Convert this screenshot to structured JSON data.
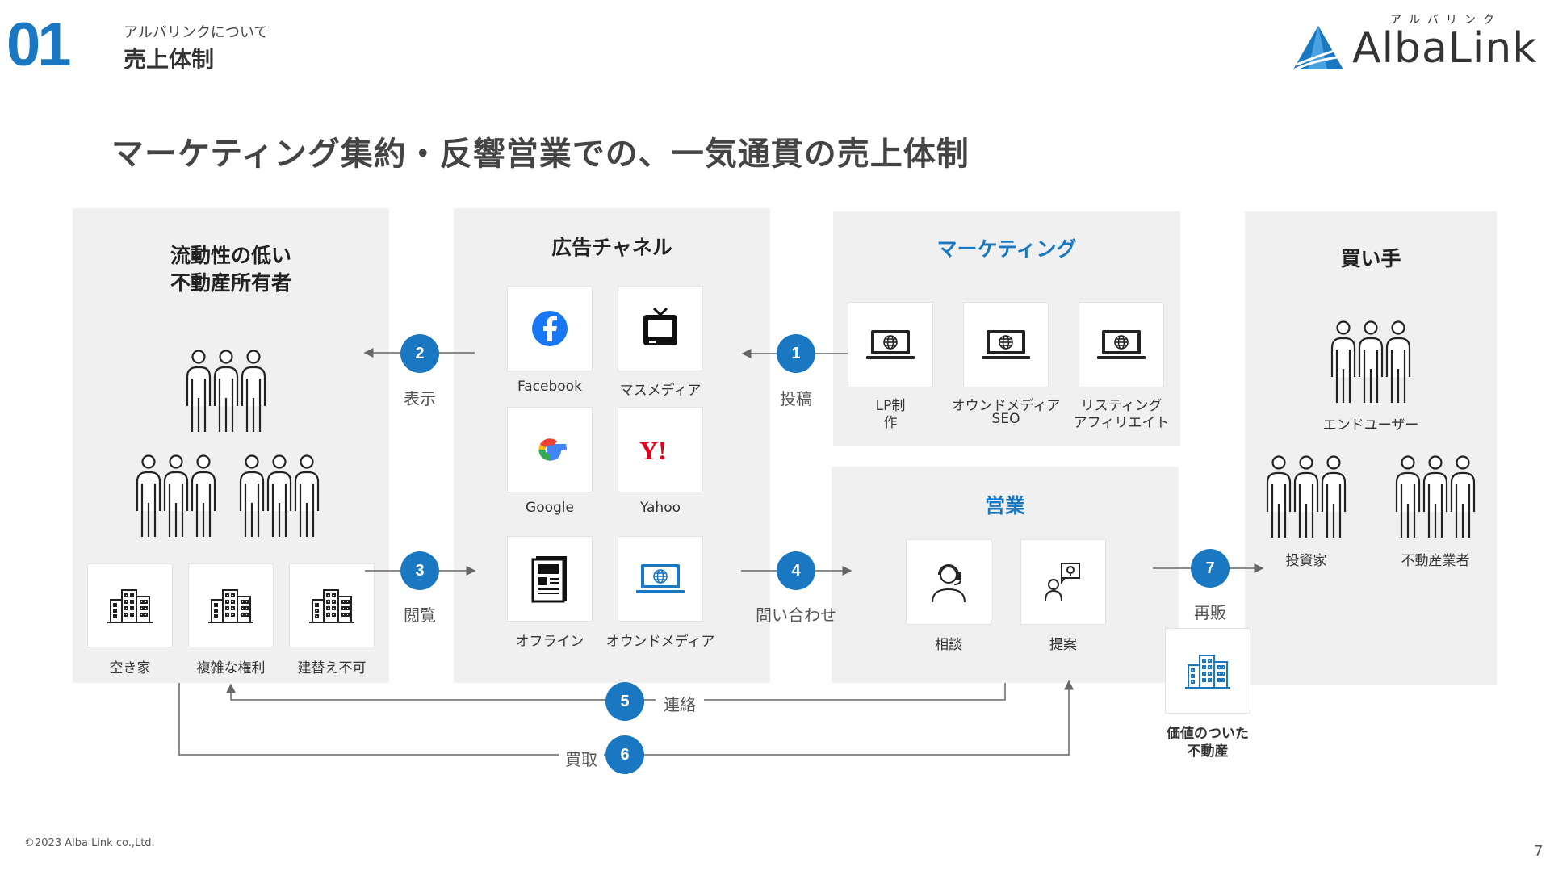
{
  "header": {
    "section_number": "01",
    "subtitle": "アルバリンクについて",
    "title": "売上体制",
    "logo_kana": "アルバリンク",
    "logo_text": "AlbaLink",
    "headline": "マーケティング集約・反響営業での、一気通貫の売上体制"
  },
  "owners": {
    "title_line1": "流動性の低い",
    "title_line2": "不動産所有者",
    "properties": [
      "空き家",
      "複雑な権利",
      "建替え不可"
    ]
  },
  "channels": {
    "title": "広告チャネル",
    "items": [
      "Facebook",
      "マスメディア",
      "Google",
      "Yahoo",
      "オフライン",
      "オウンドメディア"
    ]
  },
  "marketing": {
    "title": "マーケティング",
    "items": [
      {
        "line1": "LP制",
        "line2": "作"
      },
      {
        "line1": "オウンドメディア",
        "line2": "SEO"
      },
      {
        "line1": "リスティング",
        "line2": "アフィリエイト"
      }
    ]
  },
  "sales": {
    "title": "営業",
    "items": [
      "相談",
      "提案"
    ]
  },
  "buyers": {
    "title": "買い手",
    "groups": [
      "エンドユーザー",
      "投資家",
      "不動産業者"
    ]
  },
  "value_property": {
    "line1": "価値のついた",
    "line2": "不動産"
  },
  "steps": [
    {
      "num": "1",
      "label": "投稿"
    },
    {
      "num": "2",
      "label": "表示"
    },
    {
      "num": "3",
      "label": "閲覧"
    },
    {
      "num": "4",
      "label": "問い合わせ"
    },
    {
      "num": "5",
      "label": "連絡"
    },
    {
      "num": "6",
      "label": "買取"
    },
    {
      "num": "7",
      "label": "再販"
    }
  ],
  "icons": {
    "people": "people-group-icon",
    "building": "building-icon",
    "laptop": "laptop-globe-icon",
    "operator": "headset-operator-icon",
    "proposal": "proposal-icon"
  },
  "colors": {
    "accent": "#1a78c2",
    "panel": "#f0f0f0",
    "arrow": "#666666"
  },
  "footer": {
    "copyright": "©2023 Alba Link co.,Ltd.",
    "page": "7"
  }
}
